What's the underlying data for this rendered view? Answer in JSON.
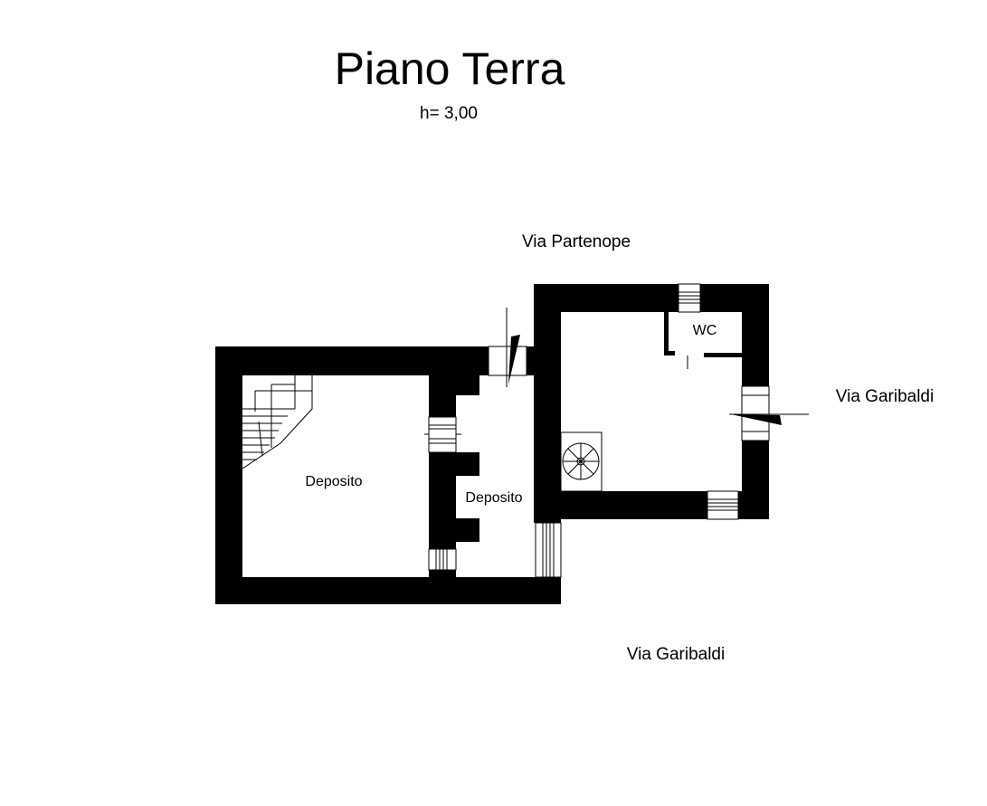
{
  "title": "Piano Terra",
  "height_note": "h= 3,00",
  "streets": {
    "north": "Via Partenope",
    "east": "Via Garibaldi",
    "south": "Via Garibaldi"
  },
  "rooms": {
    "deposito_left": "Deposito",
    "deposito_center": "Deposito",
    "wc": "WC"
  },
  "colors": {
    "wall": "#000000",
    "background": "#ffffff"
  }
}
